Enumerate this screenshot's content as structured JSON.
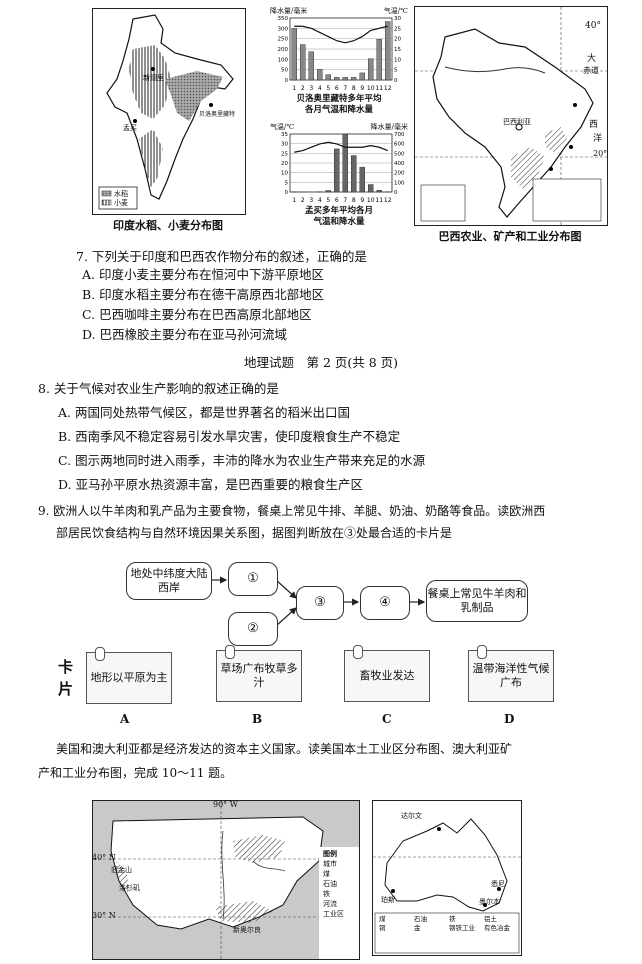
{
  "maps_top": {
    "india_caption": "印度水稻、小麦分布图",
    "india_labels": {
      "city1": "新德里",
      "city2": "孟买",
      "city3": "贝洛奥里藏特"
    },
    "india_legend": [
      "水稻",
      "小麦"
    ],
    "chart1": {
      "left_axis_title": "降水量/毫米",
      "right_axis_title": "气温/℃",
      "caption_line1": "贝洛奥里藏特多年平均",
      "caption_line2": "各月气温和降水量"
    },
    "chart2": {
      "left_axis_title": "气温/℃",
      "right_axis_title": "降水量/毫米",
      "caption_line1": "孟买多年平均各月",
      "caption_line2": "气温和降水量"
    },
    "brazil_caption": "巴西农业、矿产和工业分布图",
    "brazil_labels": {
      "ocean1": "大",
      "ocean2": "西",
      "ocean3": "洋",
      "equator": "赤道",
      "lon": "40°",
      "lat": "20°",
      "city": "巴西利亚"
    }
  },
  "chart_data": [
    {
      "type": "bar",
      "title": "贝洛奥里藏特多年平均各月气温和降水量",
      "xlabel": "",
      "ylabel": "降水量/毫米",
      "y2label": "气温/℃",
      "categories": [
        "1",
        "2",
        "3",
        "4",
        "5",
        "6",
        "7",
        "8",
        "9",
        "10",
        "11",
        "12"
      ],
      "series": [
        {
          "values": [
            290,
            200,
            160,
            60,
            30,
            15,
            15,
            15,
            40,
            120,
            230,
            330
          ]
        },
        {
          "values": [
            26,
            26,
            25,
            23,
            21,
            19,
            18,
            19,
            21,
            24,
            25,
            26
          ]
        }
      ],
      "ylim": [
        0,
        350
      ],
      "y2lim": [
        0,
        30
      ]
    },
    {
      "type": "bar",
      "title": "孟买多年平均各月气温和降水量",
      "xlabel": "",
      "ylabel": "气温/℃",
      "y2label": "降水量/毫米",
      "categories": [
        "1",
        "2",
        "3",
        "4",
        "5",
        "6",
        "7",
        "8",
        "9",
        "10",
        "11",
        "12"
      ],
      "series": [
        {
          "values": [
            2,
            1,
            0,
            3,
            18,
            520,
            700,
            440,
            300,
            90,
            20,
            2
          ]
        },
        {
          "values": [
            24,
            25,
            27,
            29,
            30,
            29,
            27,
            27,
            27,
            28,
            27,
            25
          ]
        }
      ],
      "ylim": [
        0,
        35
      ],
      "y2lim": [
        0,
        700
      ]
    }
  ],
  "q7": {
    "stem": "7. 下列关于印度和巴西农作物分布的叙述，正确的是",
    "options": [
      "A. 印度小麦主要分布在恒河中下游平原地区",
      "B. 印度水稻主要分布在德干高原西北部地区",
      "C. 巴西咖啡主要分布在巴西高原北部地区",
      "D. 巴西橡胶主要分布在亚马孙河流域"
    ]
  },
  "footer": "地理试题　第 2 页(共 8 页)",
  "q8": {
    "stem": "8. 关于气候对农业生产影响的叙述正确的是",
    "options": [
      "A. 两国同处热带气候区，都是世界著名的稻米出口国",
      "B. 西南季风不稳定容易引发水旱灾害，使印度粮食生产不稳定",
      "C. 图示两地同时进入雨季，丰沛的降水为农业生产带来充足的水源",
      "D. 亚马孙平原水热资源丰富，是巴西重要的粮食生产区"
    ]
  },
  "q9": {
    "stem_line1": "9. 欧洲人以牛羊肉和乳产品为主要食物，餐桌上常见牛排、羊腿、奶油、奶酪等食品。读欧洲西",
    "stem_line2": "部居民饮食结构与自然环境因果关系图，据图判断放在③处最合适的卡片是",
    "flow": {
      "start": "地处中纬度大陆西岸",
      "n1": "①",
      "n2": "②",
      "n3": "③",
      "n4": "④",
      "end": "餐桌上常见牛羊肉和乳制品"
    },
    "card_title": "卡片",
    "cards": [
      {
        "text": "地形以平原为主",
        "label": "A"
      },
      {
        "text": "草场广布牧草多汁",
        "label": "B"
      },
      {
        "text": "畜牧业发达",
        "label": "C"
      },
      {
        "text": "温带海洋性气候广布",
        "label": "D"
      }
    ]
  },
  "intro": {
    "line1": "美国和澳大利亚都是经济发达的资本主义国家。读美国本土工业区分布图、澳大利亚矿",
    "line2": "产和工业分布图，完成 10～11 题。"
  },
  "maps_bottom": {
    "usa_labels": {
      "lon": "90° W",
      "lat40": "40° N",
      "lat30": "30° N",
      "sf": "旧金山",
      "la": "洛杉矶",
      "no": "新奥尔良"
    },
    "usa_legend_title": "图例",
    "usa_legend": [
      "城市",
      "煤",
      "石油",
      "铁",
      "河流",
      "工业区"
    ],
    "aus_labels": {
      "darwin": "达尔文",
      "perth": "珀斯",
      "syd": "悉尼",
      "mel": "墨尔本"
    },
    "aus_legend": [
      "煤",
      "石油",
      "铁",
      "铝土",
      "铜",
      "金",
      "钢铁工业",
      "有色冶金"
    ]
  }
}
